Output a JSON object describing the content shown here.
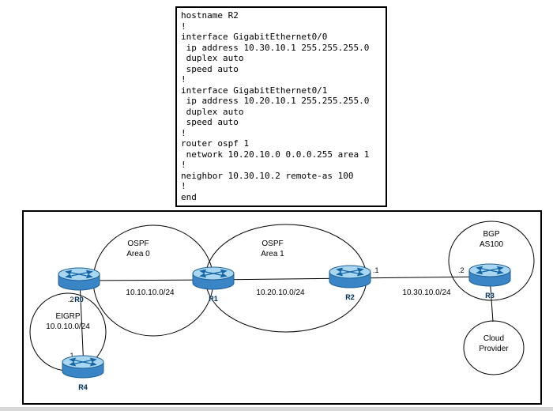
{
  "config": {
    "lines": [
      "hostname R2",
      "!",
      "interface GigabitEthernet0/0",
      " ip address 10.30.10.1 255.255.255.0",
      " duplex auto",
      " speed auto",
      "!",
      "interface GigabitEthernet0/1",
      " ip address 10.20.10.1 255.255.255.0",
      " duplex auto",
      " speed auto",
      "!",
      "router ospf 1",
      " network 10.20.10.0 0.0.0.255 area 1",
      "!",
      "neighbor 10.30.10.2 remote-as 100",
      "!",
      "end"
    ]
  },
  "diagram": {
    "routers": [
      {
        "name": "R0"
      },
      {
        "name": "R1"
      },
      {
        "name": "R2"
      },
      {
        "name": "R3"
      },
      {
        "name": "R4"
      }
    ],
    "areas": {
      "ospf0": {
        "line1": "OSPF",
        "line2": "Area 0"
      },
      "ospf1": {
        "line1": "OSPF",
        "line2": "Area 1"
      },
      "bgp": {
        "line1": "BGP",
        "line2": "AS100"
      },
      "eigrp": {
        "line1": "EIGRP",
        "line2": "10.0.10.0/24"
      },
      "cloud": {
        "line1": "Cloud",
        "line2": "Provider"
      }
    },
    "subnets": {
      "s1": "10.10.10.0/24",
      "s2": "10.20.10.0/24",
      "s3": "10.30.10.0/24"
    },
    "interfaces": {
      "r2_right": ".1",
      "r3_left": ".2",
      "r0_bottom": ".2",
      "r4_top": ".1"
    }
  },
  "colors": {
    "router_body": "#3a85c6",
    "router_top": "#a9d7f2",
    "router_edge": "#1f6196",
    "outline": "#000000"
  }
}
